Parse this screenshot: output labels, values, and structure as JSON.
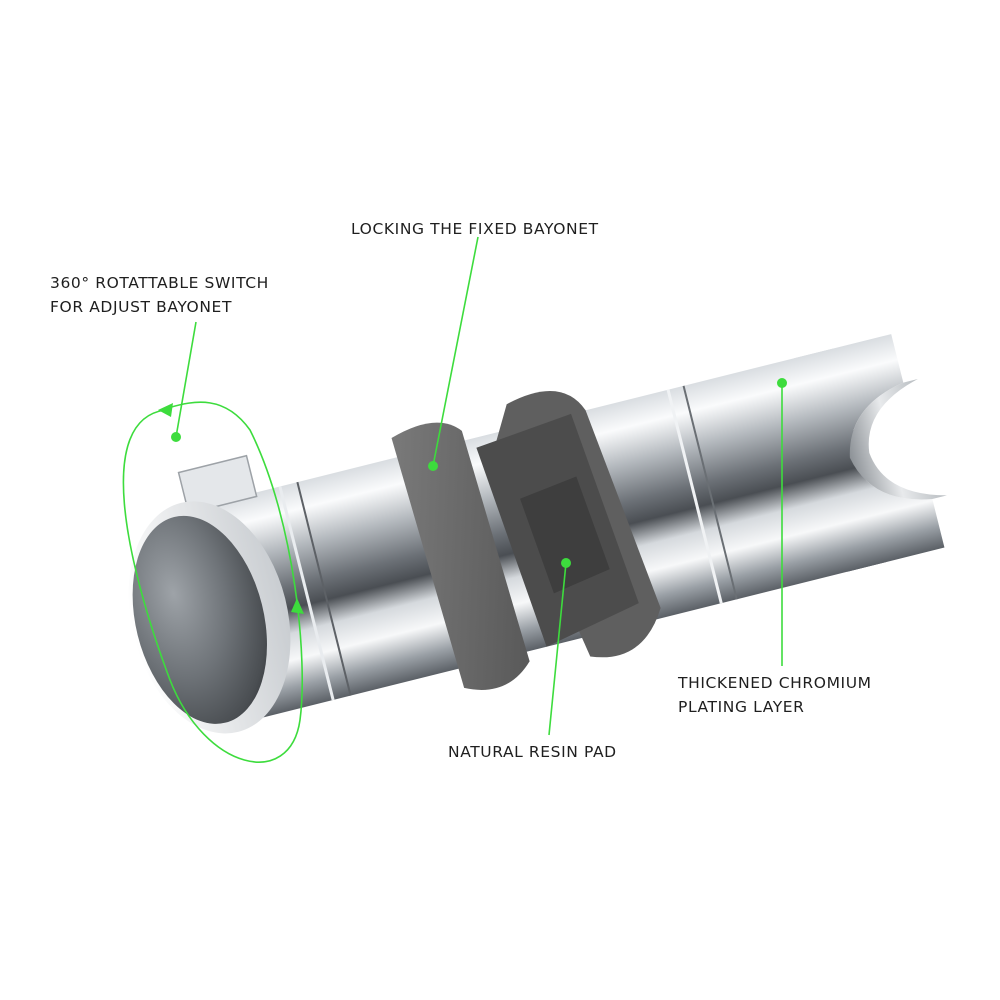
{
  "labels": {
    "rotatable_switch": [
      "360° ROTATTABLE SWITCH",
      "FOR ADJUST BAYONET"
    ],
    "locking_bayonet": "LOCKING THE FIXED BAYONET",
    "chromium_layer": [
      "THICKENED CHROMIUM",
      "PLATING LAYER"
    ],
    "resin_pad": "NATURAL RESIN PAD"
  },
  "colors": {
    "callout": "#3ddc3d",
    "chrome_light": "#f4f6f8",
    "chrome_mid": "#aeb3b8",
    "chrome_dark": "#3c4045",
    "resin_pad": "#6b6b6b",
    "background": "#ffffff"
  },
  "icons": {
    "rotation_arrow": "rotation-arrow-icon"
  }
}
